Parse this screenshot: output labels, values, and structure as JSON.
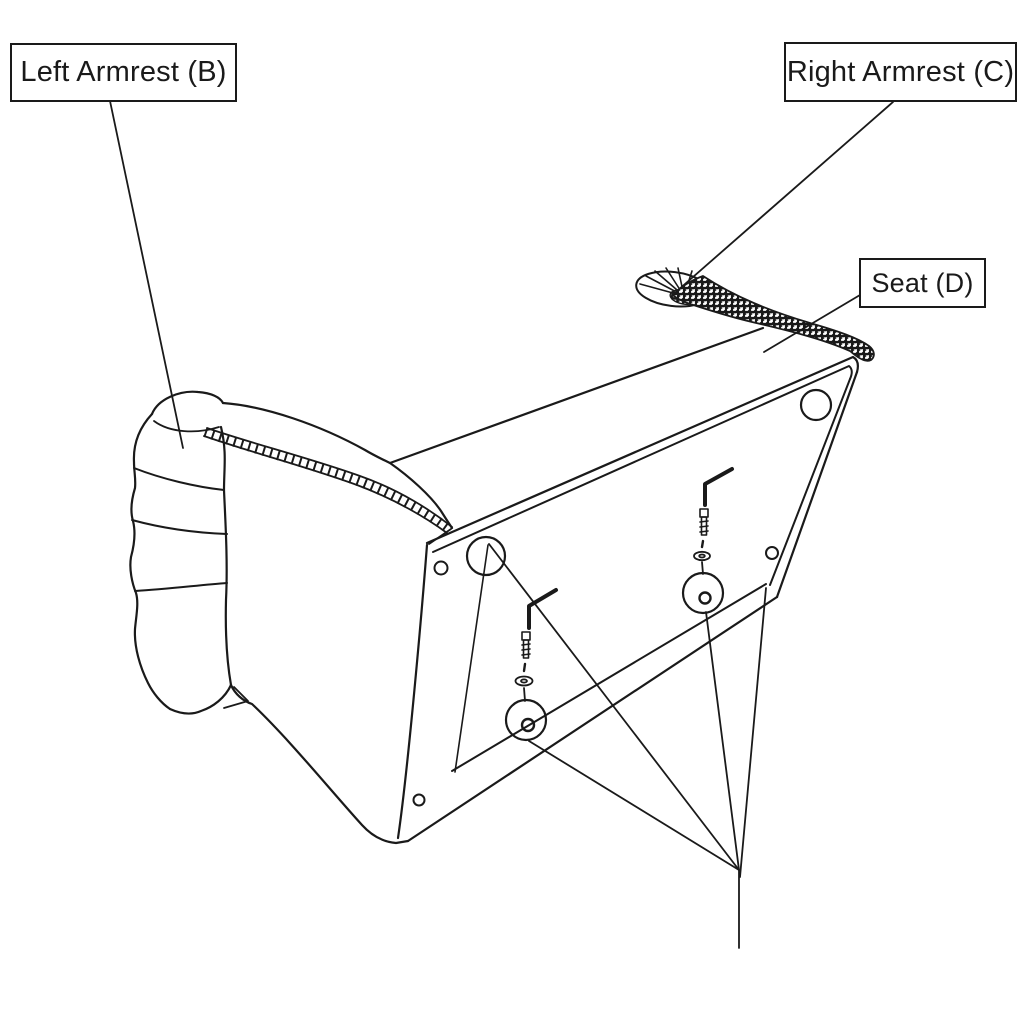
{
  "callouts": {
    "left_armrest": {
      "label": "Left Armrest (B)"
    },
    "right_armrest": {
      "label": "Right Armrest (C)"
    },
    "seat": {
      "label": "Seat (D)"
    }
  },
  "colors": {
    "line": "#1a1a1a",
    "background": "#ffffff"
  }
}
